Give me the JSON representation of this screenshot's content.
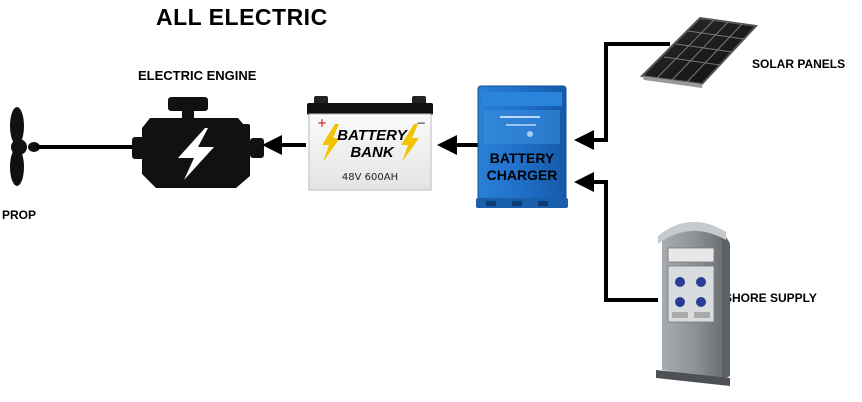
{
  "title": "ALL ELECTRIC",
  "components": {
    "engine": {
      "label": "ELECTRIC ENGINE"
    },
    "prop": {
      "label": "PROP"
    },
    "battery": {
      "line1": "BATTERY",
      "line2": "BANK",
      "spec": "48V 600AH",
      "plus": "+",
      "minus": "−"
    },
    "charger": {
      "line1": "BATTERY",
      "line2": "CHARGER"
    },
    "solar": {
      "label": "SOLAR PANELS"
    },
    "shore": {
      "label": "SHORE SUPPLY"
    }
  },
  "colors": {
    "line": "#000000",
    "charger_blue": "#1f6fc8",
    "battery_bolt": "#f2c300",
    "pedestal_grey": "#8d9297"
  },
  "icons": [
    "propeller-icon",
    "engine-icon",
    "lightning-bolt-icon",
    "battery-icon",
    "charger-icon",
    "solar-panel-icon",
    "shore-pedestal-icon",
    "arrow-icon"
  ]
}
